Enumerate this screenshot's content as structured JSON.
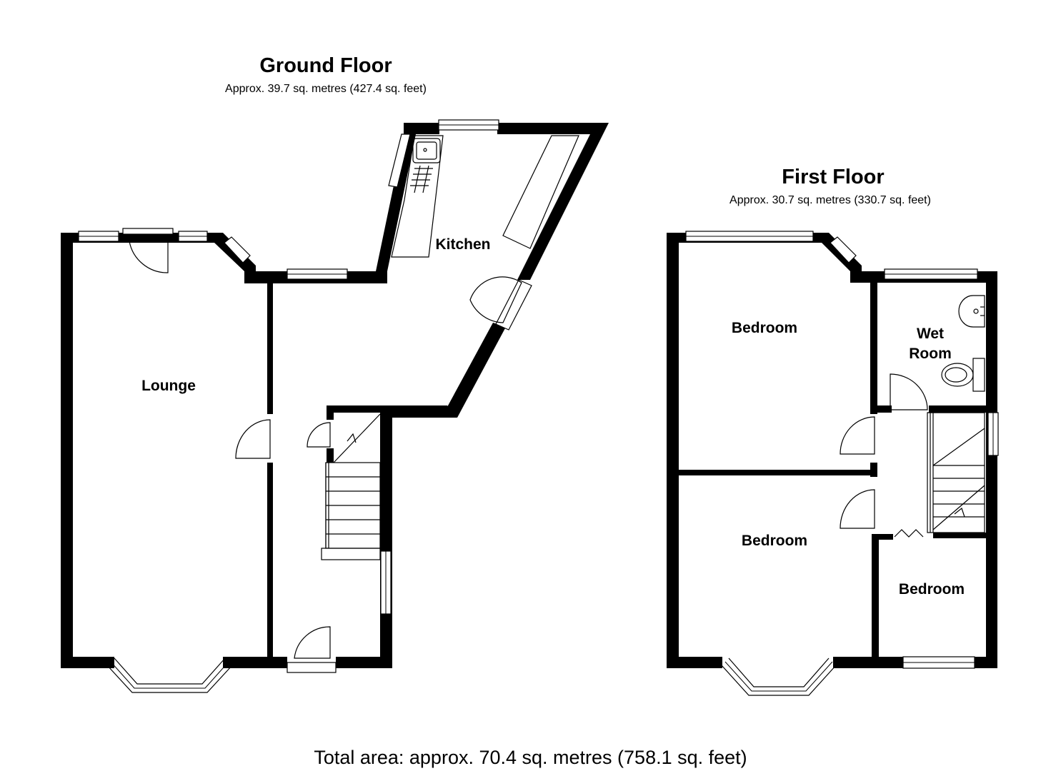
{
  "ground_floor": {
    "title": "Ground Floor",
    "area": "Approx. 39.7 sq. metres (427.4 sq. feet)",
    "rooms": {
      "lounge": "Lounge",
      "kitchen": "Kitchen"
    }
  },
  "first_floor": {
    "title": "First Floor",
    "area": "Approx. 30.7 sq. metres (330.7 sq. feet)",
    "rooms": {
      "bedroom_1": "Bedroom",
      "bedroom_2": "Bedroom",
      "bedroom_3": "Bedroom",
      "wet_room_line1": "Wet",
      "wet_room_line2": "Room"
    }
  },
  "total_area": "Total area: approx. 70.4 sq. metres (758.1 sq. feet)",
  "colors": {
    "wall": "#000000",
    "background": "#ffffff",
    "fixture_line": "#555555"
  }
}
